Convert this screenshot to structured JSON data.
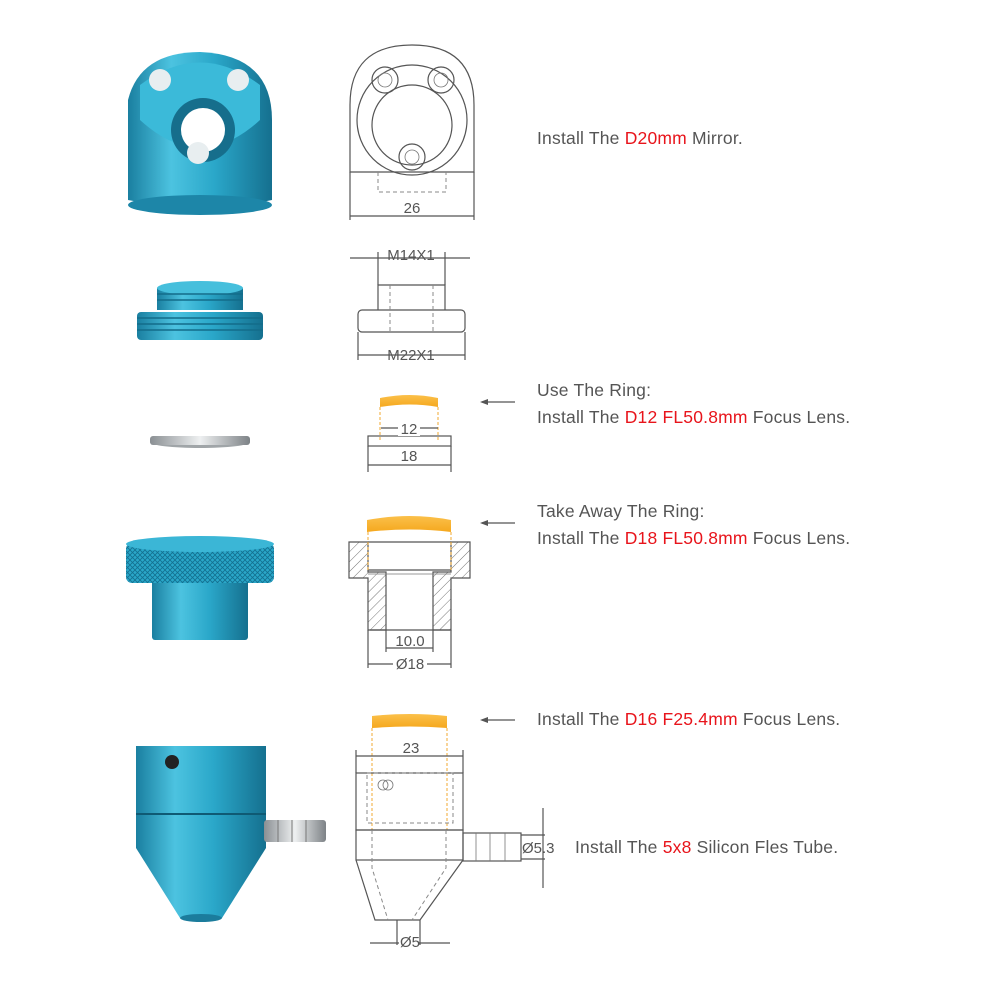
{
  "steps": [
    {
      "pre": "Install The ",
      "highlight": "D20mm",
      "post": " Mirror."
    },
    {
      "line1": "Use The Ring:",
      "pre": "Install The ",
      "highlight": "D12 FL50.8mm",
      "post": " Focus Lens."
    },
    {
      "line1": "Take Away The Ring:",
      "pre": "Install The ",
      "highlight": "D18 FL50.8mm",
      "post": " Focus Lens."
    },
    {
      "pre": "Install The ",
      "highlight": "D16 F25.4mm",
      "post": " Focus Lens."
    },
    {
      "pre": "Install The ",
      "highlight": "5x8",
      "post": " Silicon Fles Tube."
    }
  ],
  "dimensions": {
    "mirror_width": "26",
    "thread_top": "M14X1",
    "thread_bottom": "M22X1",
    "ring_inner": "12",
    "ring_outer": "18",
    "holder_inner": "10.0",
    "holder_outer": "Ø18",
    "nozzle_width": "23",
    "nozzle_tube": "Ø5.3",
    "nozzle_tip": "Ø5"
  },
  "colors": {
    "highlight": "#e8141b",
    "text": "#555555",
    "part": "#2aa7c9",
    "lens": "#f9b52c"
  }
}
